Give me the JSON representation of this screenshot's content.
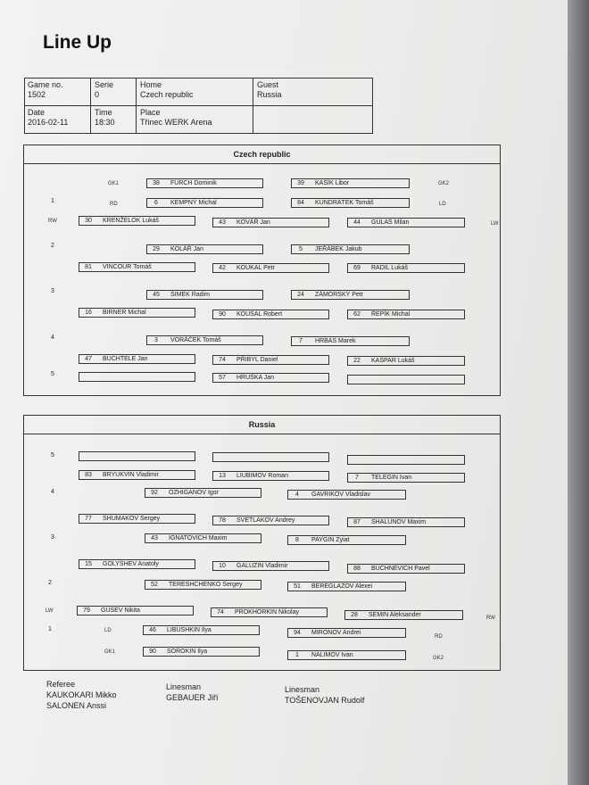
{
  "title": "Line Up",
  "match": {
    "game_no_label": "Game no.",
    "game_no": "1502",
    "serie_label": "Serie",
    "serie": "0",
    "home_label": "Home",
    "home": "Czech republic",
    "guest_label": "Guest",
    "guest": "Russia",
    "date_label": "Date",
    "date": "2016-02-11",
    "time_label": "Time",
    "time": "18:30",
    "place_label": "Place",
    "place": "Třinec WERK Arena"
  },
  "home_team": {
    "name": "Czech republic",
    "goalies": [
      {
        "num": "38",
        "name": "FURCH Dominik"
      },
      {
        "num": "39",
        "name": "KAŠÍK Libor"
      }
    ],
    "line1_d": [
      {
        "num": "6",
        "name": "KEMPNÝ Michal"
      },
      {
        "num": "84",
        "name": "KUNDRÁTEK Tomáš"
      }
    ],
    "line1_f": [
      {
        "num": "30",
        "name": "KRENŽELOK Lukáš"
      },
      {
        "num": "43",
        "name": "KOVÁŘ Jan"
      },
      {
        "num": "44",
        "name": "GULAŠ Milan"
      }
    ],
    "line2_d": [
      {
        "num": "29",
        "name": "KOLÁŘ Jan"
      },
      {
        "num": "5",
        "name": "JEŘÁBEK Jakub"
      }
    ],
    "line2_f": [
      {
        "num": "81",
        "name": "VINCOUR Tomáš"
      },
      {
        "num": "42",
        "name": "KOUKAL Petr"
      },
      {
        "num": "69",
        "name": "RADIL Lukáš"
      }
    ],
    "line3_d": [
      {
        "num": "45",
        "name": "ŠIMEK Radim"
      },
      {
        "num": "24",
        "name": "ZÁMORSKÝ Petr"
      }
    ],
    "line3_f": [
      {
        "num": "16",
        "name": "BIRNER Michal"
      },
      {
        "num": "90",
        "name": "KOUSAL Robert"
      },
      {
        "num": "62",
        "name": "ŘEPÍK Michal"
      }
    ],
    "line4_d": [
      {
        "num": "3",
        "name": "VORÁČEK Tomáš"
      },
      {
        "num": "7",
        "name": "HRBAS Marek"
      }
    ],
    "line4_f": [
      {
        "num": "47",
        "name": "BUCHTELE Jan"
      },
      {
        "num": "74",
        "name": "PŘIBYL Daniel"
      },
      {
        "num": "22",
        "name": "KAŠPAR Lukáš"
      }
    ],
    "line5_f": [
      {
        "num": "",
        "name": ""
      },
      {
        "num": "57",
        "name": "HRUŠKA Jan"
      },
      {
        "num": "",
        "name": ""
      }
    ]
  },
  "away_team": {
    "name": "Russia",
    "line5_f": [
      {
        "num": "",
        "name": ""
      },
      {
        "num": "",
        "name": ""
      },
      {
        "num": "",
        "name": ""
      }
    ],
    "line4_f": [
      {
        "num": "83",
        "name": "BRYUKVIN Vladimir"
      },
      {
        "num": "13",
        "name": "LIUBIMOV Roman"
      },
      {
        "num": "7",
        "name": "TELEGIN Ivan"
      }
    ],
    "line4_d": [
      {
        "num": "92",
        "name": "OZHIGANOV Igor"
      },
      {
        "num": "4",
        "name": "GAVRIKOV Vladislav"
      }
    ],
    "line3_f": [
      {
        "num": "77",
        "name": "SHUMAKOV Sergey"
      },
      {
        "num": "78",
        "name": "SVETLAKOV Andrey"
      },
      {
        "num": "87",
        "name": "SHALUNOV Maxim"
      }
    ],
    "line3_d": [
      {
        "num": "43",
        "name": "IGNATOVICH Maxim"
      },
      {
        "num": "8",
        "name": "PAYGIN Zyiat"
      }
    ],
    "line2_f": [
      {
        "num": "15",
        "name": "GOLYSHEV Anatoly"
      },
      {
        "num": "10",
        "name": "GALUZIN Vladimir"
      },
      {
        "num": "88",
        "name": "BUCHNEVICH Pavel"
      }
    ],
    "line2_d": [
      {
        "num": "52",
        "name": "TERESHCHENKO Sergey"
      },
      {
        "num": "51",
        "name": "BEREGLAZOV Alexei"
      }
    ],
    "line1_f": [
      {
        "num": "79",
        "name": "GUSEV Nikita"
      },
      {
        "num": "74",
        "name": "PROKHORKIN Nikolay"
      },
      {
        "num": "28",
        "name": "SEMIN Aleksander"
      }
    ],
    "line1_d": [
      {
        "num": "46",
        "name": "LIBUSHKIN Ilya"
      },
      {
        "num": "94",
        "name": "MIRONOV Andrei"
      }
    ],
    "goalies": [
      {
        "num": "90",
        "name": "SOROKIN Ilya"
      },
      {
        "num": "1",
        "name": "NALIMOV Ivan"
      }
    ]
  },
  "position_labels": {
    "gk1": "GK1",
    "gk2": "GK2",
    "rd": "RD",
    "ld": "LD",
    "rw": "RW",
    "lw": "LW"
  },
  "line_numbers": {
    "l1": "1",
    "l2": "2",
    "l3": "3",
    "l4": "4",
    "l5": "5"
  },
  "officials": {
    "referee_label": "Referee",
    "referee1": "KAUKOKARI Mikko",
    "referee2": "SALONEN Anssi",
    "linesman_label_1": "Linesman",
    "linesman1": "GEBAUER Jiří",
    "linesman_label_2": "Linesman",
    "linesman2": "TOŠENOVJAN Rudolf"
  }
}
